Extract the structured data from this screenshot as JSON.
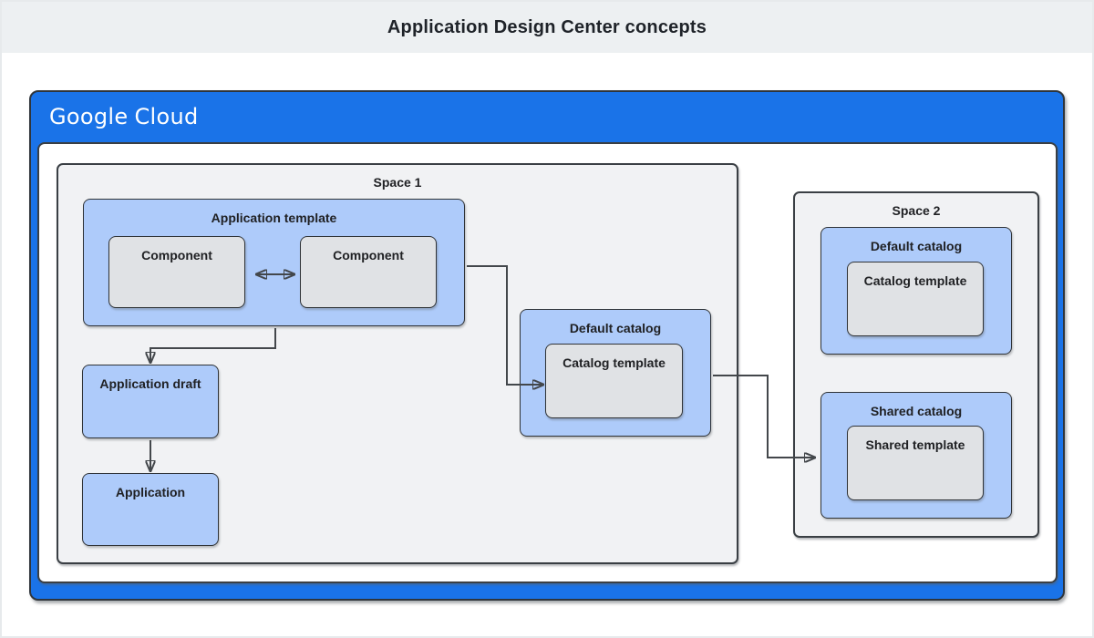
{
  "header": {
    "title": "Application Design Center concepts"
  },
  "brand": {
    "part1": "Google",
    "part2": "Cloud"
  },
  "colors": {
    "google_blue": "#1a73e8",
    "node_blue": "#aecbfa",
    "node_gray": "#e0e2e5",
    "space_gray": "#f1f2f4",
    "header_gray": "#edf0f2",
    "border_dark": "#3a3f44",
    "arrow": "#43474b",
    "text": "#202124"
  },
  "diagram": {
    "space1": {
      "label": "Space 1",
      "application_template": {
        "label": "Application template",
        "components": [
          "Component",
          "Component"
        ]
      },
      "application_draft": {
        "label": "Application draft"
      },
      "application": {
        "label": "Application"
      },
      "default_catalog": {
        "label": "Default catalog",
        "catalog_template": {
          "label": "Catalog template"
        }
      }
    },
    "space2": {
      "label": "Space 2",
      "default_catalog": {
        "label": "Default catalog",
        "catalog_template": {
          "label": "Catalog template"
        }
      },
      "shared_catalog": {
        "label": "Shared catalog",
        "shared_template": {
          "label": "Shared template"
        }
      }
    }
  }
}
